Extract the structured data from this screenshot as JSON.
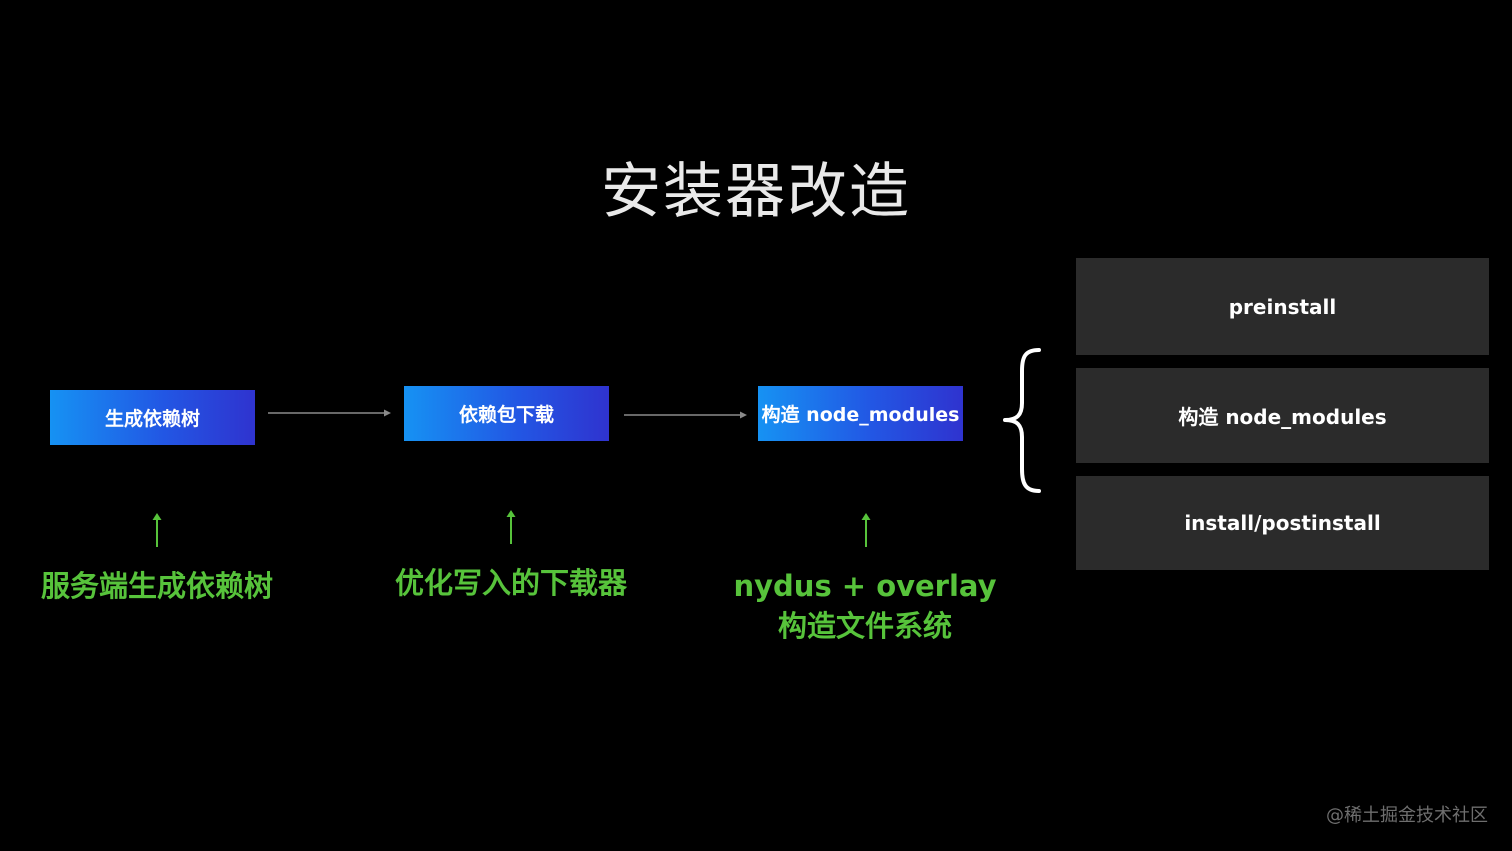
{
  "slide": {
    "title": "安装器改造"
  },
  "flow": {
    "steps": [
      {
        "label": "生成依赖树"
      },
      {
        "label": "依赖包下载"
      },
      {
        "label": "构造 node_modules"
      }
    ],
    "notes": [
      {
        "line1": "服务端生成依赖树"
      },
      {
        "line1": "优化写入的下载器"
      },
      {
        "line1": "nydus + overlay",
        "line2": "构造文件系统"
      }
    ]
  },
  "phases": [
    {
      "label": "preinstall"
    },
    {
      "label": "构造 node_modules"
    },
    {
      "label": "install/postinstall"
    }
  ],
  "watermark": "@稀土掘金技术社区",
  "colors": {
    "background": "#000000",
    "step_gradient_start": "#1692f3",
    "step_gradient_end": "#2f33cf",
    "note_green": "#57c33b",
    "phase_box": "#2b2b2b",
    "arrow_gray": "#8a8a8a"
  }
}
